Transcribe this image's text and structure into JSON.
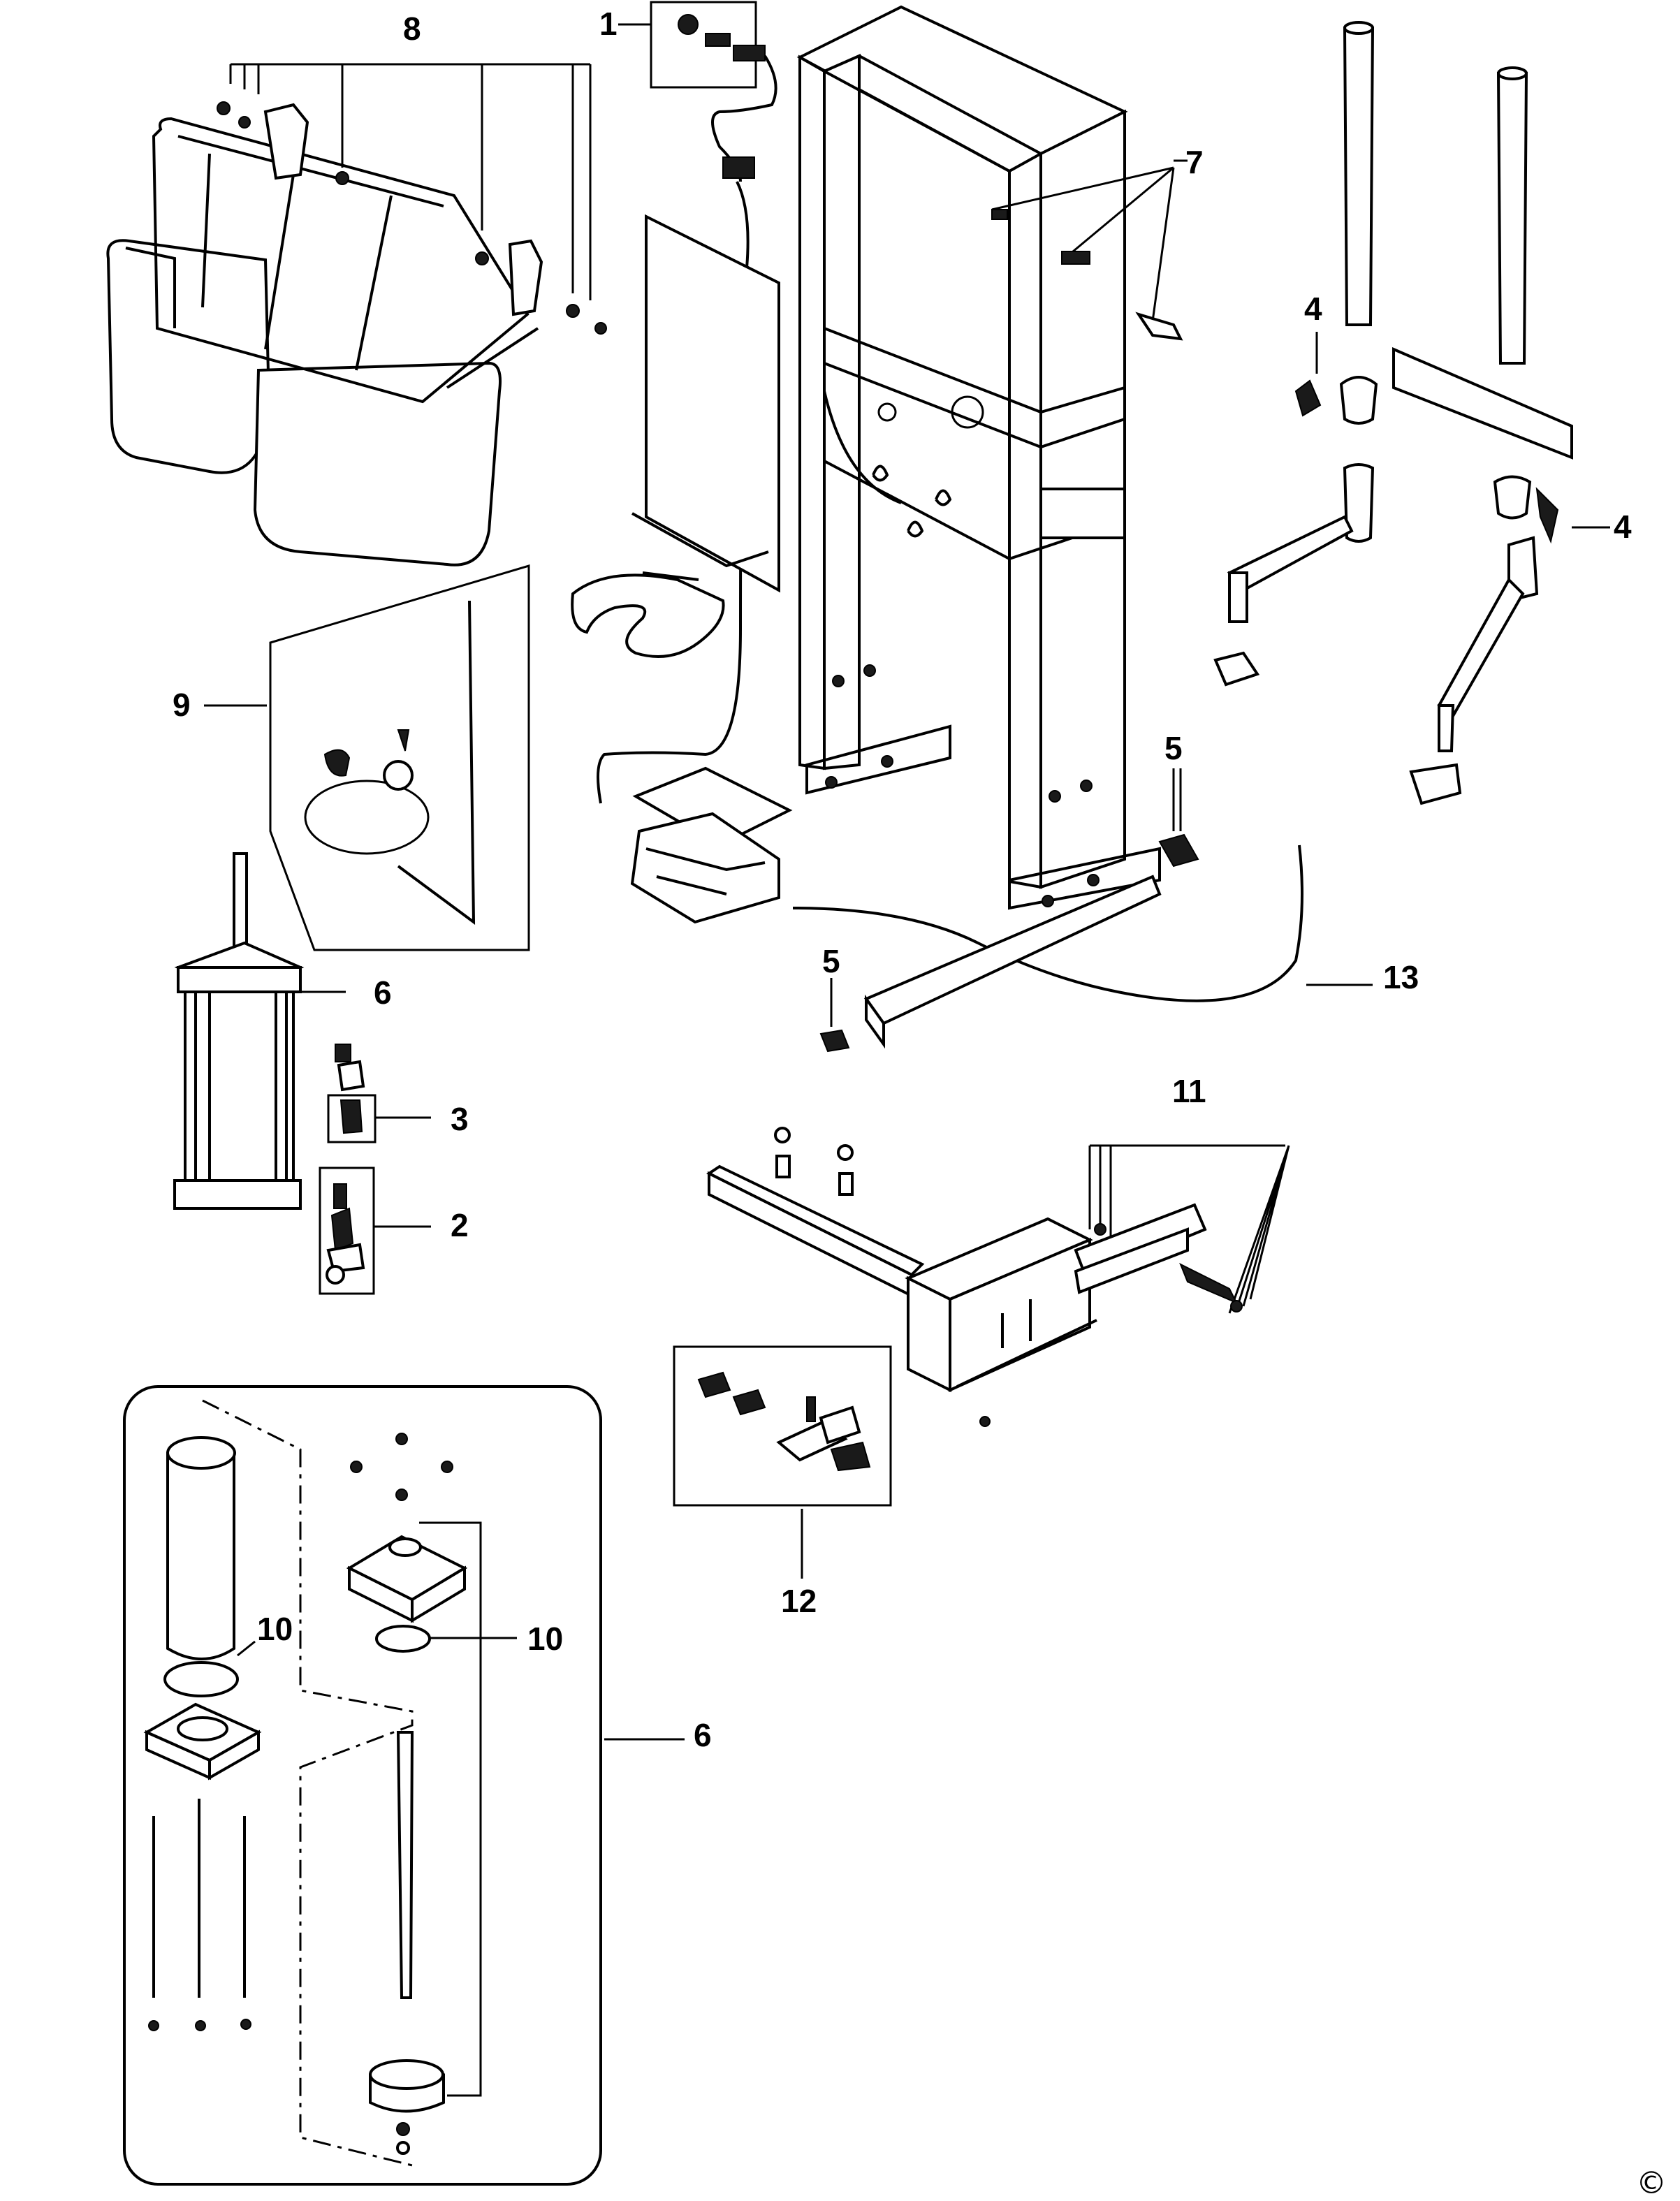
{
  "diagram": {
    "callouts": {
      "c1": "1",
      "c2": "2",
      "c3": "3",
      "c4a": "4",
      "c4b": "4",
      "c5a": "5",
      "c5b": "5",
      "c6a": "6",
      "c6b": "6",
      "c7": "7",
      "c8": "8",
      "c9": "9",
      "c10a": "10",
      "c10b": "10",
      "c11": "11",
      "c12": "12",
      "c13": "13"
    },
    "copyright": "©",
    "colors": {
      "line": "#000000",
      "background": "#ffffff",
      "fill_dark": "#1a1a1a",
      "fill_grey": "#cfcfcf"
    }
  }
}
